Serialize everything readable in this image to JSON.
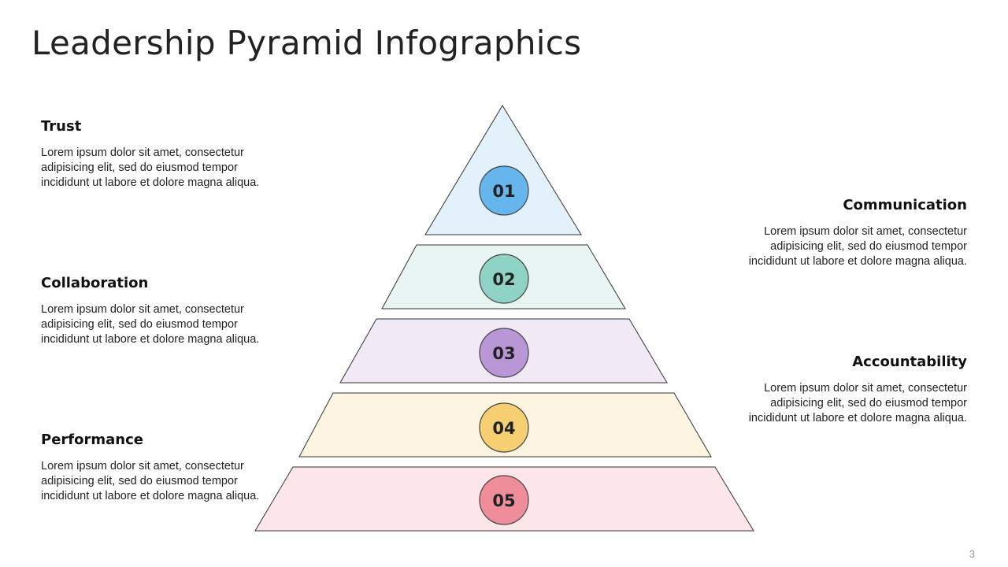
{
  "title": "Leadership Pyramid Infographics",
  "page_number": "3",
  "levels": [
    {
      "number": "01",
      "fill": "#e3f1fb",
      "badge": "#66b5ec"
    },
    {
      "number": "02",
      "fill": "#e9f5f2",
      "badge": "#8ed3c6"
    },
    {
      "number": "03",
      "fill": "#f1e9f6",
      "badge": "#b996d6"
    },
    {
      "number": "04",
      "fill": "#fdf5e2",
      "badge": "#f6cf72"
    },
    {
      "number": "05",
      "fill": "#fce6ea",
      "badge": "#ef8d9a"
    }
  ],
  "blocks": {
    "trust": {
      "title": "Trust",
      "text": "Lorem ipsum dolor sit amet, consectetur adipisicing elit, sed do eiusmod tempor incididunt ut labore et dolore magna aliqua."
    },
    "communication": {
      "title": "Communication",
      "text": "Lorem ipsum dolor sit amet, consectetur adipisicing elit, sed do eiusmod tempor incididunt ut labore et dolore magna aliqua."
    },
    "collaboration": {
      "title": "Collaboration",
      "text": "Lorem ipsum dolor sit amet, consectetur adipisicing elit, sed do eiusmod tempor incididunt ut labore et dolore magna aliqua."
    },
    "accountability": {
      "title": "Accountability",
      "text": "Lorem ipsum dolor sit amet, consectetur adipisicing elit, sed do eiusmod tempor incididunt ut labore et dolore magna aliqua."
    },
    "performance": {
      "title": "Performance",
      "text": "Lorem ipsum dolor sit amet, consectetur adipisicing elit, sed do eiusmod tempor incididunt ut labore et dolore magna aliqua."
    }
  }
}
